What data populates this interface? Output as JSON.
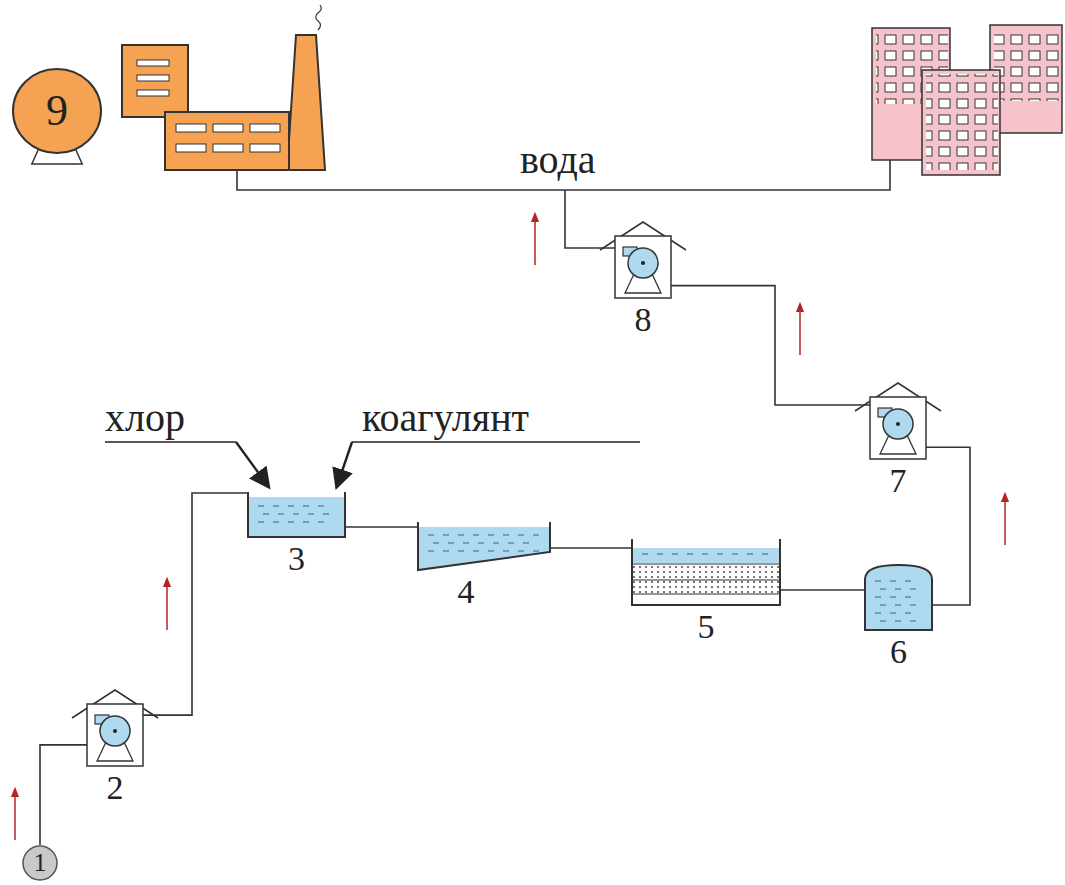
{
  "diagram": {
    "nodes": [
      {
        "text": [
          "1"
        ]
      },
      {
        "text": [
          "2"
        ]
      },
      {
        "text": [
          "3"
        ]
      },
      {
        "text": [
          "4"
        ]
      },
      {
        "text": [
          "5"
        ]
      },
      {
        "text": [
          "6"
        ]
      },
      {
        "text": [
          "7"
        ]
      },
      {
        "text": [
          "8"
        ]
      },
      {
        "text": [
          "9"
        ]
      }
    ],
    "edges": [
      {
        "from": 0,
        "to": 1,
        "arrow": "none"
      },
      {
        "from": 1,
        "to": 2,
        "arrow": "none"
      },
      {
        "from": 2,
        "to": 3,
        "arrow": "none"
      },
      {
        "from": 3,
        "to": 4,
        "arrow": "none"
      },
      {
        "from": 4,
        "to": 5,
        "arrow": "none"
      },
      {
        "from": 5,
        "to": 6,
        "arrow": "none"
      },
      {
        "from": 6,
        "to": 7,
        "arrow": "none"
      }
    ],
    "labels": [
      "вода",
      "хлор",
      "коагулянт"
    ]
  }
}
